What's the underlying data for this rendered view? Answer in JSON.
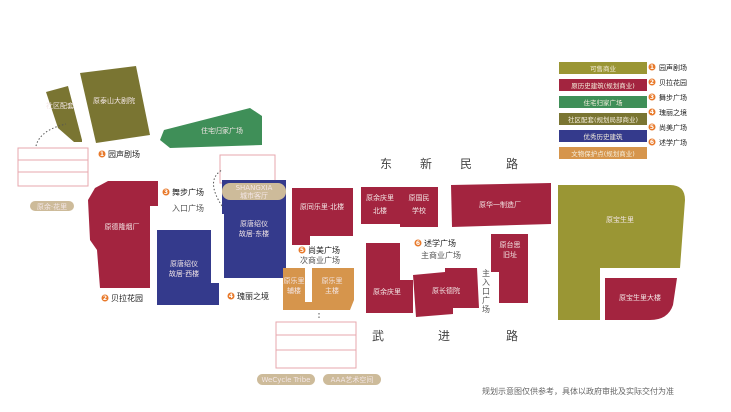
{
  "colors": {
    "sellable": "#9a9634",
    "historic": "#a3243f",
    "residential_plaza": "#3f8f58",
    "community": "#7a7532",
    "excellent_historic": "#343a8c",
    "heritage": "#d6954c",
    "marker": "#e8792a"
  },
  "legend": {
    "categories": [
      "可售商业",
      "原历史建筑(规划商业)",
      "住宅归家广场",
      "社区配套(规划局部商业)",
      "优秀历史建筑",
      "文物保护点(规划商业)"
    ],
    "points": [
      {
        "num": "1",
        "label": "园声剧场"
      },
      {
        "num": "2",
        "label": "贝拉花园"
      },
      {
        "num": "3",
        "label": "舞步广场"
      },
      {
        "num": "4",
        "label": "瑰丽之境"
      },
      {
        "num": "5",
        "label": "尚美广场"
      },
      {
        "num": "6",
        "label": "述学广场"
      }
    ]
  },
  "roads": {
    "north": [
      "东",
      "新",
      "民",
      "路"
    ],
    "south": [
      "武",
      "进",
      "路"
    ]
  },
  "buildings": {
    "community": "社区配套",
    "taishan": "原泰山大剧院",
    "residential_plaza": "住宅归家广场",
    "delong": "原德隆烟厂",
    "tang_west": [
      "原唐绍仪",
      "故居·西楼"
    ],
    "tang_east": [
      "原唐绍仪",
      "故居·东楼"
    ],
    "tongle_north": "原同乐里·北楼",
    "tongle_annex": [
      "原乐里",
      "辅楼"
    ],
    "tongle_main": [
      "原乐里",
      "主楼"
    ],
    "yuqing_north": [
      "原余庆里",
      "北楼"
    ],
    "guomin": [
      "原国民",
      "学校"
    ],
    "huayi": "原华一制造厂",
    "taisi": [
      "原台思",
      "旧址"
    ],
    "yuqing": "原余庆里",
    "changde": "原长德院",
    "baosheng": "原宝生里",
    "baosheng_tower": "原宝生里大楼",
    "shangxia": [
      "SHANGXIA",
      "城市客厅"
    ]
  },
  "plazas": {
    "p1": {
      "num": "1",
      "label": "园声剧场"
    },
    "p2": {
      "num": "2",
      "label": "贝拉花园"
    },
    "p3": {
      "num": "3",
      "label": "舞步广场",
      "sub": "入口广场"
    },
    "p4": {
      "num": "4",
      "label": "瑰丽之境"
    },
    "p5": {
      "num": "5",
      "label": "尚美广场",
      "sub": "次商业广场"
    },
    "p6": {
      "num": "6",
      "label": "述学广场",
      "sub": "主商业广场"
    },
    "main_entrance": [
      "主",
      "入",
      "口",
      "广",
      "场"
    ]
  },
  "callouts": [
    "原余·花里",
    "WeCycle Tribe",
    "AAA艺术空间"
  ],
  "footer": "规划示意图仅供参考，具体以政府审批及实际交付为准"
}
